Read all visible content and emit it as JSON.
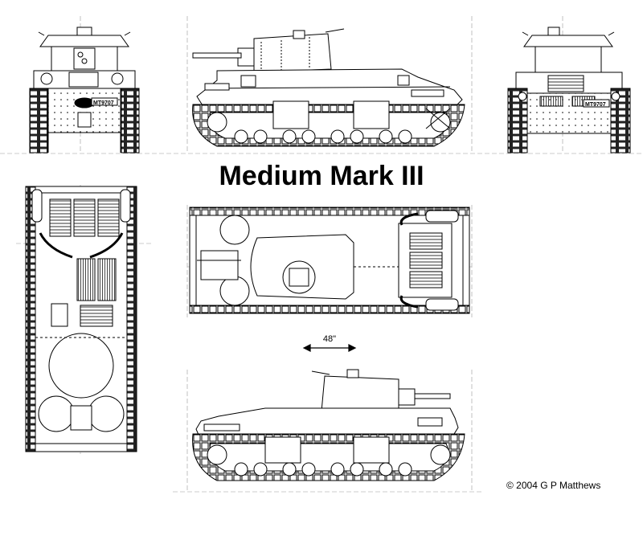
{
  "title": "Medium Mark III",
  "scale_label": "48\"",
  "copyright": "© 2004 G P Matthews",
  "plates": {
    "front": "MT9707",
    "rear": "MT9707"
  },
  "colors": {
    "line": "#000000",
    "hatch": "#444444",
    "background": "#ffffff",
    "guide": "#999999"
  }
}
